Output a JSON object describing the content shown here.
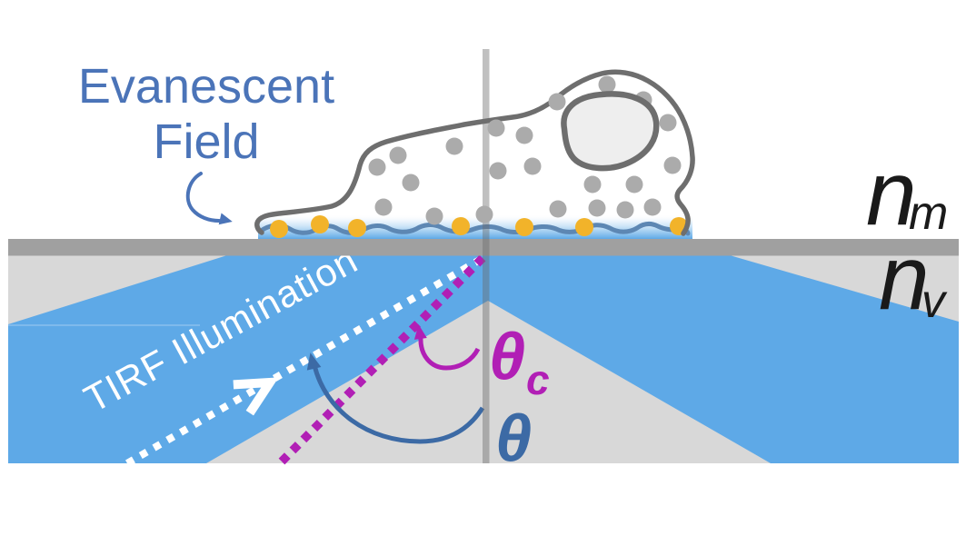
{
  "figure": {
    "description": "TIRF microscopy illumination schematic",
    "labels": {
      "evanescent_field_line1": "Evanescent",
      "evanescent_field_line2": "Field",
      "beam_label": "TIRF Illumination",
      "critical_angle_symbol": "θ",
      "critical_angle_subscript": "c",
      "incident_angle_symbol": "θ",
      "index_medium_base": "n",
      "index_medium_subscript": "m",
      "index_substrate_base": "n",
      "index_substrate_subscript": "v"
    },
    "colors": {
      "beam_blue": "#5EA9E7",
      "substrate_gray": "#D8D8D8",
      "coverslip_gray": "#A0A0A0",
      "cell_outline_gray": "#6E6E6E",
      "cytoplasm_dot_gray": "#ABABAB",
      "adhesion_dot_yellow": "#F2B32A",
      "membrane_blue": "#5D87B3",
      "nucleus_fill": "#EEEEEE",
      "evanescent_label_blue": "#4B74B8",
      "angle_blue": "#3C6AA5",
      "critical_angle_magenta": "#B11FB5",
      "index_label_black": "#1A1A1A",
      "beam_axis_white": "#FFFFFF"
    }
  }
}
